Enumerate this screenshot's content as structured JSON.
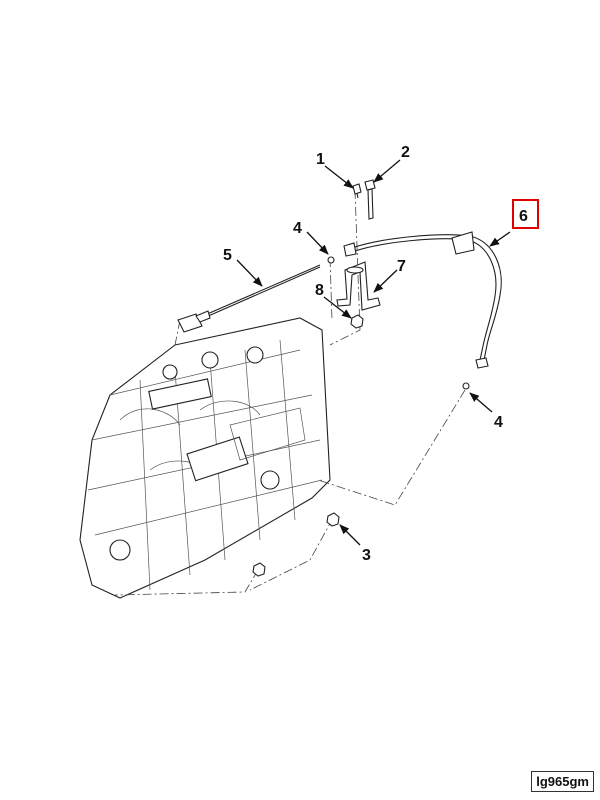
{
  "diagram": {
    "callouts": [
      {
        "id": "c1",
        "number": "1"
      },
      {
        "id": "c2",
        "number": "2"
      },
      {
        "id": "c3",
        "number": "3"
      },
      {
        "id": "c4a",
        "number": "4"
      },
      {
        "id": "c4b",
        "number": "4"
      },
      {
        "id": "c5",
        "number": "5"
      },
      {
        "id": "c6",
        "number": "6",
        "highlighted": true
      },
      {
        "id": "c7",
        "number": "7"
      },
      {
        "id": "c8",
        "number": "8"
      }
    ],
    "highlight_color": "#e00000",
    "image_code": "lg965gm"
  }
}
